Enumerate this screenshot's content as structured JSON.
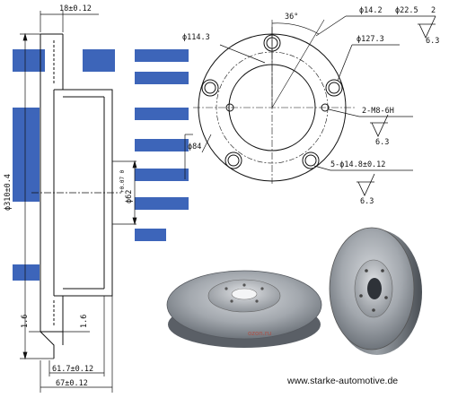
{
  "drawing": {
    "side_view": {
      "width_top": "18±0.12",
      "diameter_outer": "ϕ310±0.4",
      "diameter_hat": "ϕ62",
      "hat_tol": "+0.07 0",
      "chamfer_left": "1.6",
      "chamfer_right": "1.6",
      "hat_height": "61.7±0.12",
      "total_height": "67±0.12"
    },
    "front_view": {
      "angle": "36°",
      "bolt_circle": "ϕ114.3",
      "hole_dia": "ϕ14.2",
      "countersink": "ϕ22.5",
      "countersink_depth": "2",
      "hole_pcd": "ϕ127.3",
      "thread": "2-M8-6H",
      "center_bore": "ϕ84",
      "holes_spec": "5-ϕ14.8±0.12",
      "roughness_1": "6.3",
      "roughness_2": "6.3",
      "roughness_3": "6.3"
    }
  },
  "footer": {
    "website": "www.starke-automotive.de"
  },
  "watermark": {
    "text": "ozon.ru"
  },
  "colors": {
    "brand_blue": "#2d58b4",
    "line": "#111111",
    "disc_metal": "#9aa0a6"
  }
}
